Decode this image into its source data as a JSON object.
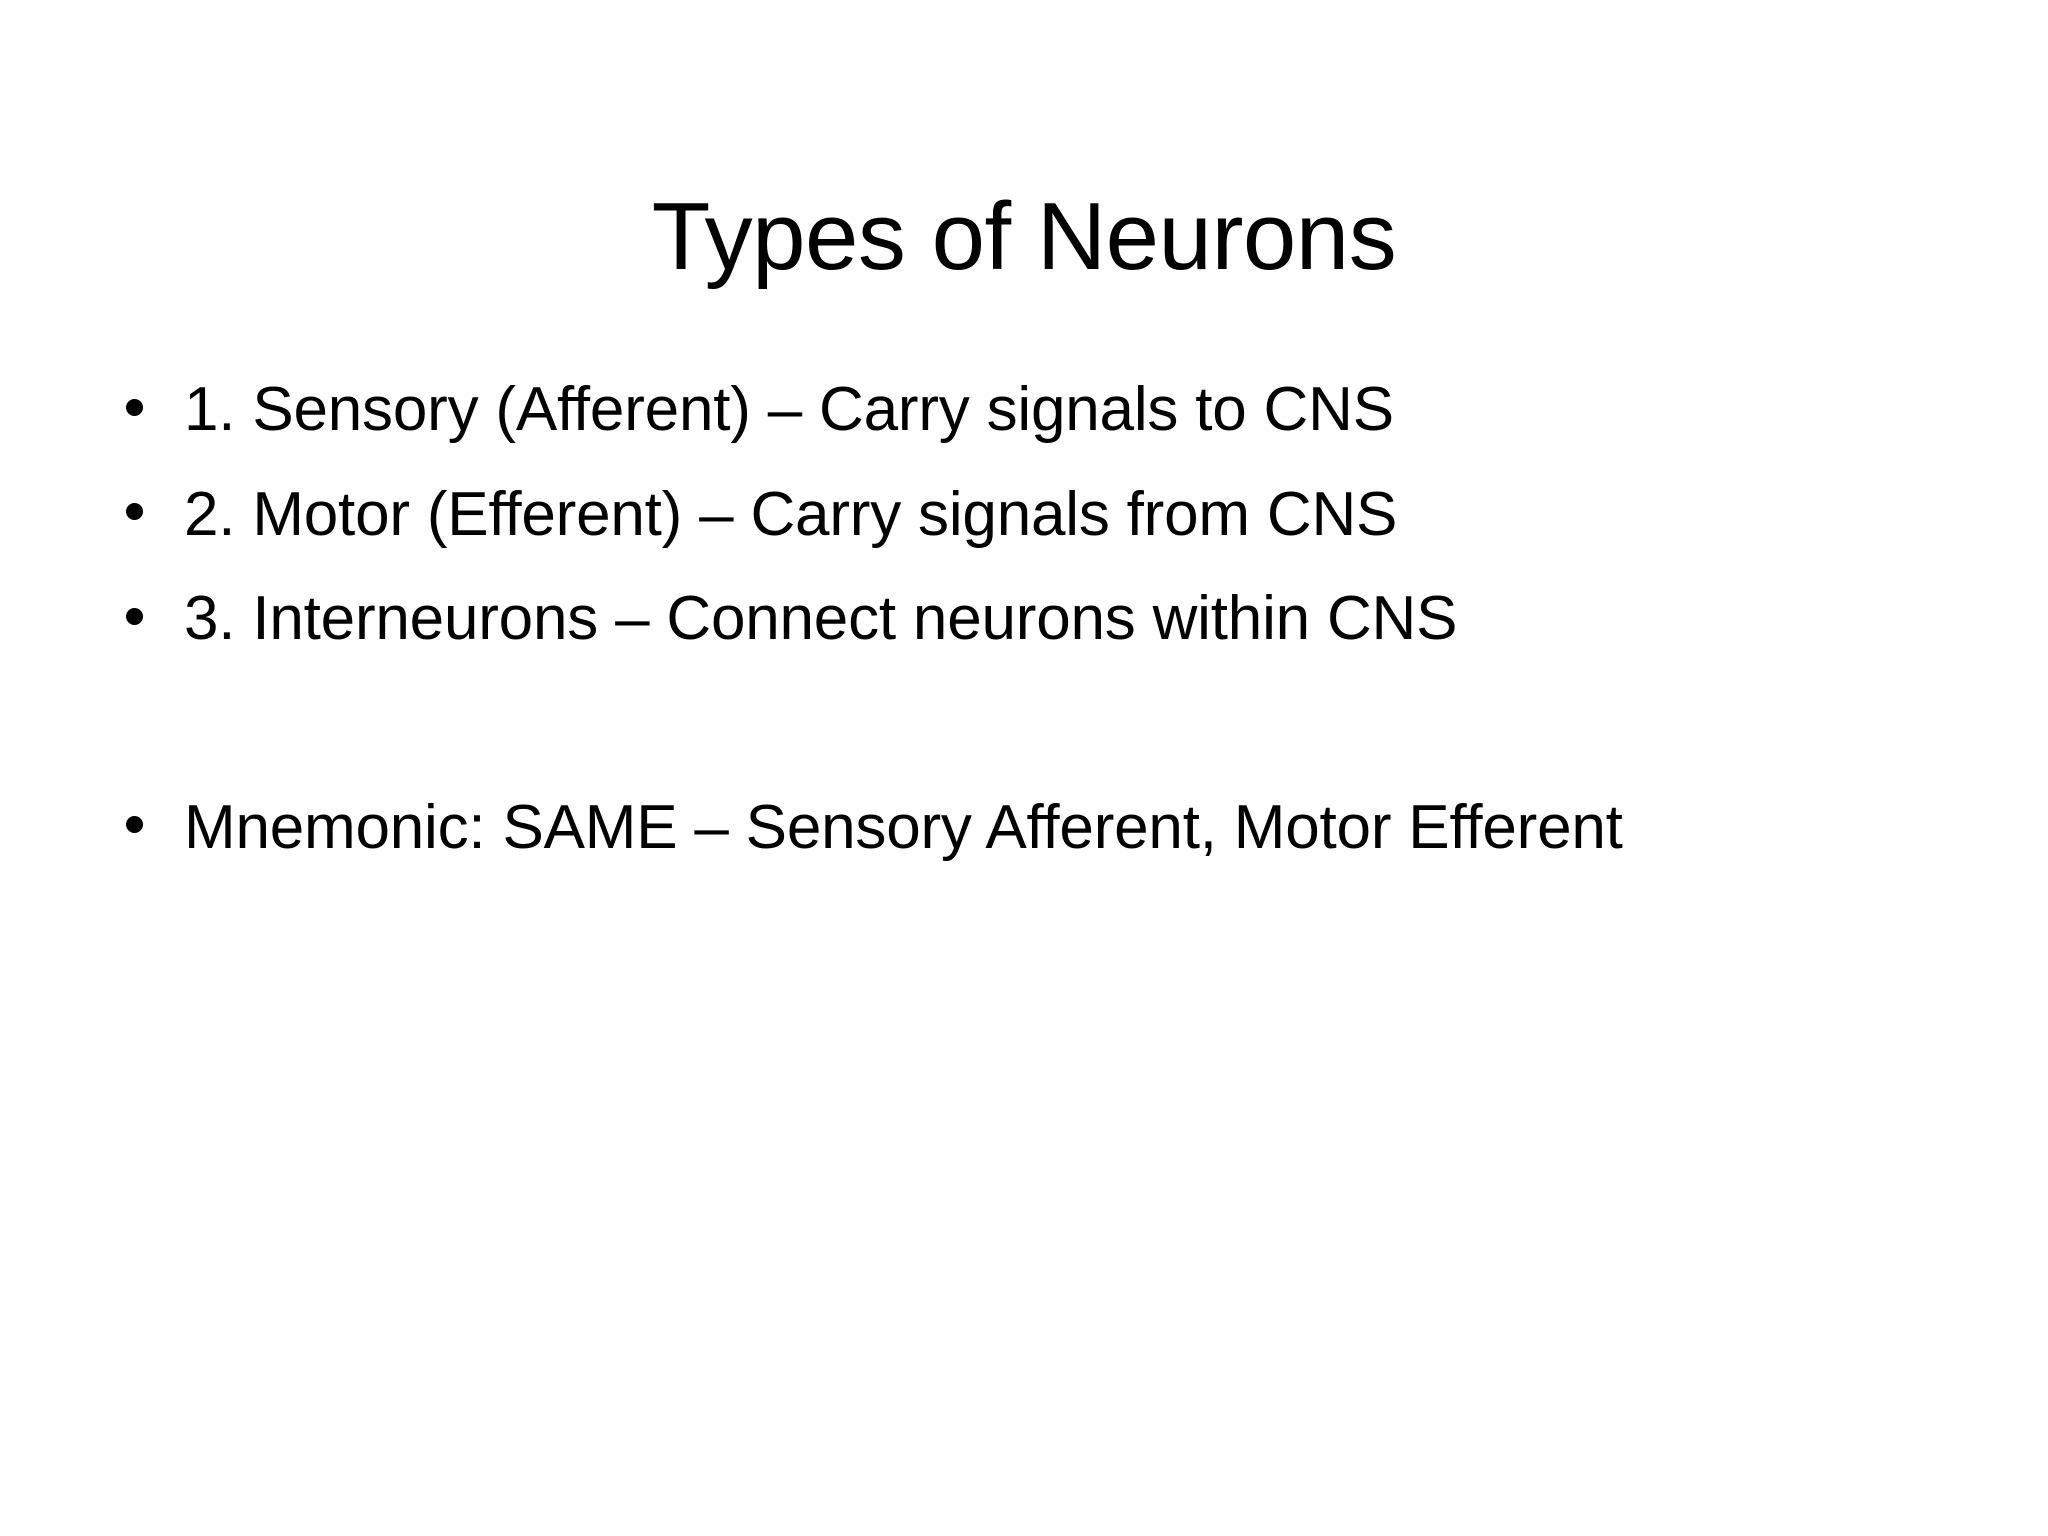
{
  "slide": {
    "background_color": "#ffffff",
    "text_color": "#000000",
    "title": "Types of Neurons",
    "bullets": [
      {
        "marker": "bullet-dot",
        "text": "1. Sensory (Afferent) – Carry signals to CNS"
      },
      {
        "marker": "bullet-dot",
        "text": "2. Motor (Efferent) – Carry signals from CNS"
      },
      {
        "marker": "bullet-dot",
        "text": "3. Interneurons – Connect neurons within CNS"
      },
      {
        "marker": "bullet-dot",
        "text": "Mnemonic: SAME – Sensory Afferent, Motor Efferent"
      }
    ]
  }
}
